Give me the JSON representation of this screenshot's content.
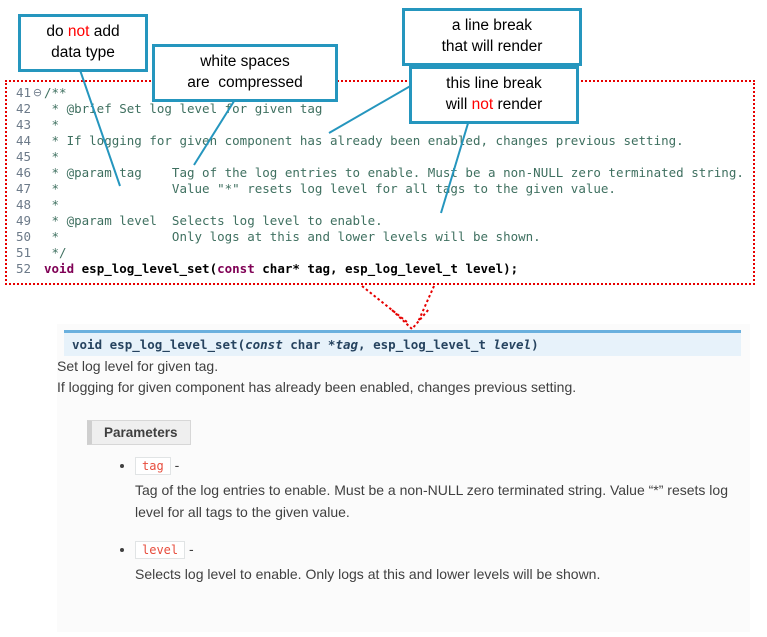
{
  "colors": {
    "accent_blue": "#2596be",
    "annotation_red": "#e60000",
    "code_comment": "#3f7060",
    "code_keyword": "#7f0055",
    "signature_bg": "#e7f2fa",
    "signature_border": "#6ab0de",
    "param_chip_red": "#e74c3c"
  },
  "callouts": [
    {
      "id": "no-data-type",
      "lines": [
        [
          {
            "t": "do "
          },
          {
            "t": "not",
            "red": true
          },
          {
            "t": " add"
          }
        ],
        [
          {
            "t": "data type"
          }
        ]
      ]
    },
    {
      "id": "whitespace-compressed",
      "lines": [
        [
          {
            "t": "white spaces"
          }
        ],
        [
          {
            "t": "are  compressed"
          }
        ]
      ]
    },
    {
      "id": "line-break-renders",
      "lines": [
        [
          {
            "t": "a line break"
          }
        ],
        [
          {
            "t": "that will render"
          }
        ]
      ]
    },
    {
      "id": "line-break-not-render",
      "lines": [
        [
          {
            "t": "this line break"
          }
        ],
        [
          {
            "t": "will "
          },
          {
            "t": "not",
            "red": true
          },
          {
            "t": " render"
          }
        ]
      ]
    }
  ],
  "code": {
    "lines": [
      {
        "num": "41",
        "fold": "⊖",
        "seg": [
          {
            "c": "cmt",
            "t": "/**"
          }
        ]
      },
      {
        "num": "42",
        "seg": [
          {
            "c": "cmt",
            "t": " * @brief Set log level for given tag"
          }
        ]
      },
      {
        "num": "43",
        "seg": [
          {
            "c": "cmt",
            "t": " *"
          }
        ]
      },
      {
        "num": "44",
        "seg": [
          {
            "c": "cmt",
            "t": " * If logging for given component has already been enabled, changes previous setting."
          }
        ]
      },
      {
        "num": "45",
        "seg": [
          {
            "c": "cmt",
            "t": " *"
          }
        ]
      },
      {
        "num": "46",
        "seg": [
          {
            "c": "cmt",
            "t": " * @param tag    Tag of the log entries to enable. Must be a non-NULL zero terminated string."
          }
        ]
      },
      {
        "num": "47",
        "seg": [
          {
            "c": "cmt",
            "t": " *               Value \"*\" resets log level for all tags to the given value."
          }
        ]
      },
      {
        "num": "48",
        "seg": [
          {
            "c": "cmt",
            "t": " *"
          }
        ]
      },
      {
        "num": "49",
        "seg": [
          {
            "c": "cmt",
            "t": " * @param level  Selects log level to enable."
          }
        ]
      },
      {
        "num": "50",
        "seg": [
          {
            "c": "cmt",
            "t": " *               Only logs at this and lower levels will be shown."
          }
        ]
      },
      {
        "num": "51",
        "seg": [
          {
            "c": "cmt",
            "t": " */"
          }
        ]
      },
      {
        "num": "52",
        "seg": [
          {
            "c": "kw",
            "t": "void"
          },
          {
            "c": "pl",
            "t": " "
          },
          {
            "c": "fn",
            "t": "esp_log_level_set"
          },
          {
            "c": "pl",
            "t": "("
          },
          {
            "c": "kw",
            "t": "const"
          },
          {
            "c": "pl",
            "t": " char* tag, esp_log_level_t level);"
          }
        ]
      }
    ]
  },
  "docs": {
    "signature": [
      {
        "c": "kw",
        "t": "void "
      },
      {
        "c": "name",
        "t": "esp_log_level_set"
      },
      {
        "c": "pl",
        "t": "("
      },
      {
        "c": "ki",
        "t": "const"
      },
      {
        "c": "pl",
        "t": " char *"
      },
      {
        "c": "pn",
        "t": "tag"
      },
      {
        "c": "pl",
        "t": ", esp_log_level_t "
      },
      {
        "c": "pn",
        "t": "level"
      },
      {
        "c": "pl",
        "t": ")"
      }
    ],
    "brief": "Set log level for given tag.",
    "detail": "If logging for given component has already been enabled, changes previous setting.",
    "parameters_label": "Parameters",
    "params": [
      {
        "name": "tag",
        "dash": " -",
        "desc": "Tag of the log entries to enable. Must be a non-NULL zero terminated string. Value “*” resets log level for all tags to the given value."
      },
      {
        "name": "level",
        "dash": " -",
        "desc": "Selects log level to enable. Only logs at this and lower levels will be shown."
      }
    ]
  }
}
